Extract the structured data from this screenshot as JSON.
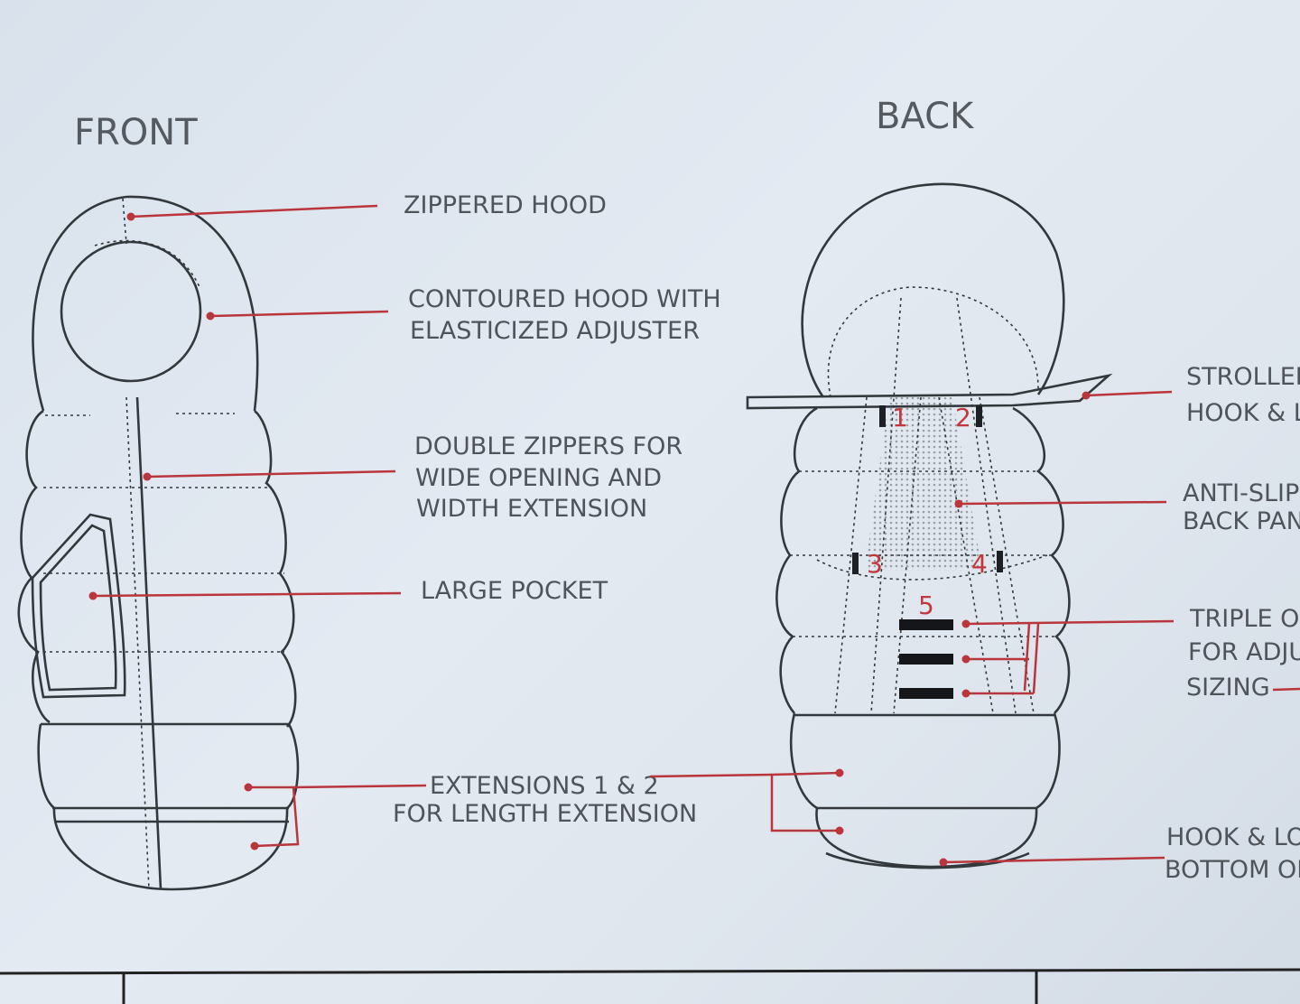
{
  "front": {
    "title": "FRONT",
    "labels": {
      "zippered_hood": "ZIPPERED HOOD",
      "contoured_hood_1": "CONTOURED HOOD WITH",
      "contoured_hood_2": "ELASTICIZED ADJUSTER",
      "double_zippers_1": "DOUBLE ZIPPERS FOR",
      "double_zippers_2": "WIDE OPENING AND",
      "double_zippers_3": "WIDTH EXTENSION",
      "large_pocket": "LARGE POCKET",
      "extensions_1": "EXTENSIONS 1 & 2",
      "extensions_2": "FOR LENGTH EXTENSION"
    }
  },
  "back": {
    "title": "BACK",
    "labels": {
      "stroller_1": "STROLLER,",
      "stroller_2": "HOOK & LO",
      "anti_slip_1": "ANTI-SLIP",
      "anti_slip_2": "BACK PANE",
      "triple_1": "TRIPLE OP",
      "triple_2": "FOR ADJUS",
      "triple_3": "SIZING",
      "hook_loop_1": "HOOK & LOOP",
      "hook_loop_2": "BOTTOM OPE"
    },
    "numbers": [
      "1",
      "2",
      "3",
      "4",
      "5"
    ]
  },
  "colors": {
    "leader": "#b8363c",
    "outline": "#33383d",
    "text": "#4f545a"
  }
}
